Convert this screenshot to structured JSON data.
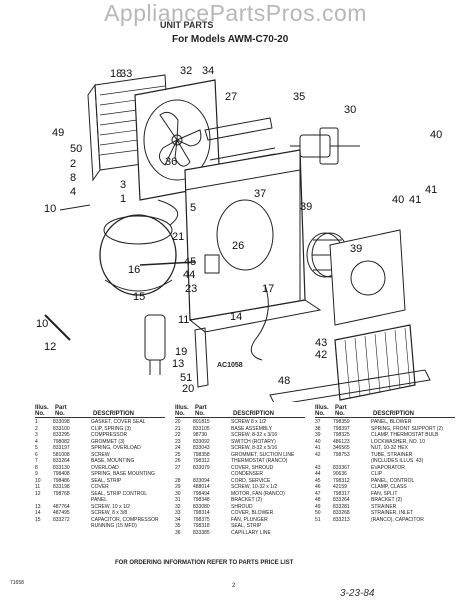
{
  "watermark": "AppliancePartsPros.com",
  "header": {
    "title": "UNIT PARTS",
    "subtitle": "For Models AWM-C70-20"
  },
  "diagram_code": "AC1058",
  "callouts": [
    "32",
    "34",
    "27",
    "35",
    "30",
    "18",
    "33",
    "40",
    "49",
    "50",
    "2",
    "8",
    "4",
    "37",
    "36",
    "39",
    "41",
    "40",
    "41",
    "3",
    "1",
    "5",
    "10",
    "26",
    "21",
    "45",
    "44",
    "23",
    "39",
    "16",
    "15",
    "11",
    "17",
    "10",
    "12",
    "14",
    "13",
    "19",
    "51",
    "20",
    "43",
    "42",
    "48"
  ],
  "table": {
    "headers": {
      "illus": "Illus.",
      "part": "Part",
      "no": "No.",
      "desc": "DESCRIPTION"
    },
    "columns": [
      [
        [
          "1",
          "833098",
          "GASKET, COVER SEAL"
        ],
        [
          "2",
          "833100",
          "CLIP, SPRING (3)"
        ],
        [
          "3",
          "833295",
          "COMPRESSOR"
        ],
        [
          "4",
          "798082",
          "GROMMET (3)"
        ],
        [
          "5",
          "833197",
          "SPRING, OVERLOAD"
        ],
        [
          "6",
          "581008",
          "SCREW"
        ],
        [
          "7",
          "833264",
          "BASE, MOUNTING"
        ],
        [
          "8",
          "833130",
          "OVERLOAD"
        ],
        [
          "9",
          "798408",
          "SPRING, BASE MOUNTING"
        ],
        [
          "10",
          "798486",
          "SEAL, STRIP"
        ],
        [
          "11",
          "833198",
          "COVER"
        ],
        [
          "12",
          "798768",
          "SEAL, STRIP CONTROL"
        ],
        [
          "",
          "",
          "PANEL"
        ],
        [
          "13",
          "487764",
          "SCREW, 10 x 1/2"
        ],
        [
          "14",
          "487495",
          "SCREW, 8 x 3/8"
        ],
        [
          "15",
          "833272",
          "CAPACITOR, COMPRESSOR"
        ],
        [
          "",
          "",
          "RUNNING (15 MFD)"
        ]
      ],
      [
        [
          "20",
          "801815",
          "SCREW 8 x 1/2"
        ],
        [
          "21",
          "833105",
          "BASE ASSEMBLY"
        ],
        [
          "22",
          "98730",
          "SCREW, 8-32 x 3/16"
        ],
        [
          "23",
          "833092",
          "SWITCH (ROTARY)"
        ],
        [
          "24",
          "833043",
          "SCREW, 8-32 x 5/16"
        ],
        [
          "25",
          "798358",
          "GROMMET, SUCTION LINE"
        ],
        [
          "26",
          "798312",
          "THERMOSTAT (RANCO)"
        ],
        [
          "27",
          "833079",
          "COVER, SHROUD"
        ],
        [
          "",
          "",
          "CONDENSER"
        ],
        [
          "28",
          "833094",
          "CORD, SERVICE"
        ],
        [
          "29",
          "488014",
          "SCREW, 10-32 x 1/2"
        ],
        [
          "30",
          "798494",
          "MOTOR, FAN (RANCO)"
        ],
        [
          "31",
          "798348",
          "BRACKET (2)"
        ],
        [
          "32",
          "833080",
          "SHROUD"
        ],
        [
          "33",
          "798314",
          "COVER, BLOWER"
        ],
        [
          "34",
          "798375",
          "FAN, PLUNGER"
        ],
        [
          "35",
          "798318",
          "SEAL, STRIP"
        ],
        [
          "36",
          "833385",
          "CAPILLARY LINE"
        ]
      ],
      [
        [
          "37",
          "798359",
          "PANEL, BLOWER"
        ],
        [
          "38",
          "798397",
          "SPRING, FRONT SUPPORT (2)"
        ],
        [
          "39",
          "798325",
          "CLAMP, THERMOSTAT BULB"
        ],
        [
          "40",
          "486123",
          "LOCKWASHER, NO. 10"
        ],
        [
          "41",
          "346565",
          "NUT, 10-32 HEX"
        ],
        [
          "42",
          "798753",
          "TUBE, STRAINER"
        ],
        [
          "",
          "",
          "(INCLUDES ILLUS. 43)"
        ],
        [
          "43",
          "833367",
          "EVAPORATOR"
        ],
        [
          "44",
          "90636",
          "CLIP"
        ],
        [
          "45",
          "798312",
          "PANEL, CONTROL"
        ],
        [
          "46",
          "42159",
          "CLAMP, CLASS"
        ],
        [
          "47",
          "798317",
          "FAN, SPLIT"
        ],
        [
          "48",
          "833264",
          "BRACKET (2)"
        ],
        [
          "49",
          "833281",
          "STRAINER"
        ],
        [
          "50",
          "833268",
          "STRAINER, INLET"
        ],
        [
          "51",
          "833213",
          "(RANCO), CAPACITOR"
        ]
      ]
    ]
  },
  "footer": {
    "note": "FOR ORDERING INFORMATION REFER TO PARTS PRICE LIST",
    "page": "2",
    "doc_code": "71658",
    "handwriting": "3-23-84"
  }
}
